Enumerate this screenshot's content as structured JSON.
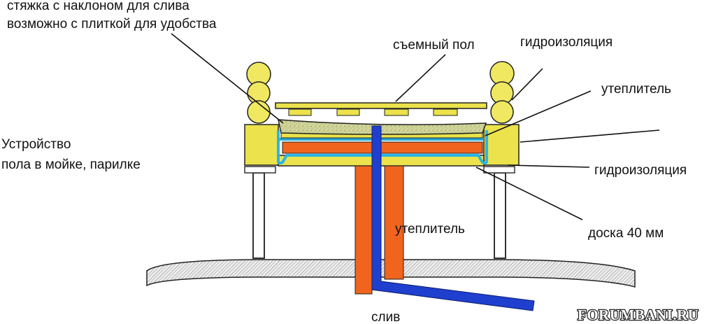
{
  "labels": {
    "screed_line1": "стяжка с наклоном для слива",
    "screed_line2": "возможно с плиткой для удобства",
    "removable_floor": "съемный пол",
    "waterproofing_top": "гидроизоляция",
    "insulation_right": "утеплитель",
    "device_line1": "Устройство",
    "device_line2": "пола в мойке, парилке",
    "waterproofing_bottom": "гидроизоляция",
    "insulation_center": "утеплитель",
    "board": "доска 40 мм",
    "drain": "слив"
  },
  "watermark": "FORUMBANI.RU",
  "colors": {
    "log": "#efe860",
    "beam": "#ebe24c",
    "insulation": "#f0641e",
    "waterproofing": "#29b6e6",
    "drain_pipe": "#1f3fcf",
    "screed": "#d3d69a",
    "foundation": "#e6e6e6"
  }
}
